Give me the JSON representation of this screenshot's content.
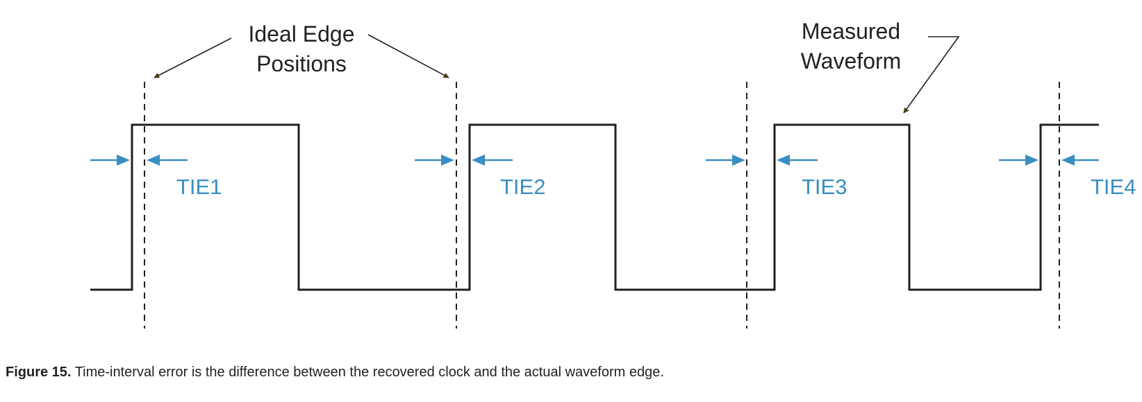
{
  "colors": {
    "ink": "#231f20",
    "accent": "#3a8ec1",
    "leader": "#4a3b10"
  },
  "labels": {
    "ideal_line1": "Ideal Edge",
    "ideal_line2": "Positions",
    "measured_line1": "Measured",
    "measured_line2": "Waveform"
  },
  "tie_labels": [
    "TIE1",
    "TIE2",
    "TIE3",
    "TIE4"
  ],
  "caption": {
    "label": "Figure 15.",
    "text": "Time-interval error is the difference between the recovered clock and the actual waveform edge."
  }
}
